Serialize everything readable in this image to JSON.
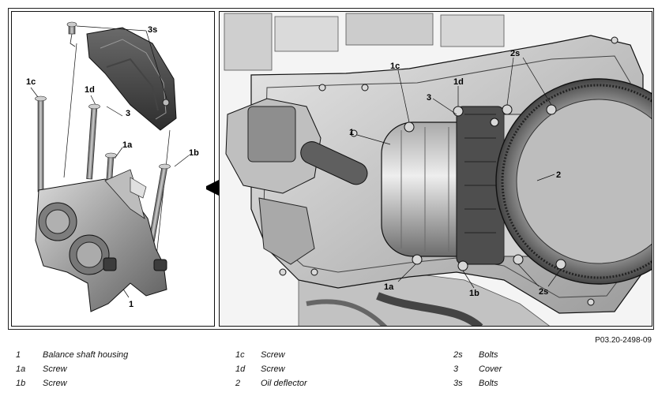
{
  "figure_ref": "P03.20-2498-09",
  "callouts_left": {
    "c3s": "3s",
    "c1c": "1c",
    "c1d": "1d",
    "c3": "3",
    "c1a": "1a",
    "c1b": "1b",
    "c1": "1"
  },
  "callouts_right": {
    "c1c": "1c",
    "c1d": "1d",
    "c3": "3",
    "c2s_top": "2s",
    "c1": "1",
    "c2": "2",
    "c1a": "1a",
    "c1b": "1b",
    "c2s_bottom": "2s"
  },
  "legend": [
    {
      "key": "1",
      "text": "Balance shaft housing"
    },
    {
      "key": "1a",
      "text": "Screw"
    },
    {
      "key": "1b",
      "text": "Screw"
    },
    {
      "key": "1c",
      "text": "Screw"
    },
    {
      "key": "1d",
      "text": "Screw"
    },
    {
      "key": "2",
      "text": "Oil deflector"
    },
    {
      "key": "2s",
      "text": "Bolts"
    },
    {
      "key": "3",
      "text": "Cover"
    },
    {
      "key": "3s",
      "text": "Bolts"
    }
  ]
}
